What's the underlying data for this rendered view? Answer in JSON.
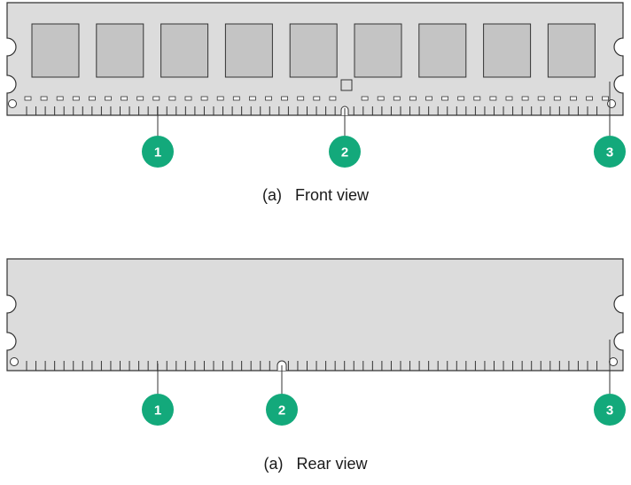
{
  "front": {
    "caption_label": "(a)",
    "caption_text": "Front view",
    "callouts": [
      "1",
      "2",
      "3"
    ]
  },
  "rear": {
    "caption_label": "(a)",
    "caption_text": "Rear view",
    "callouts": [
      "1",
      "2",
      "3"
    ]
  },
  "colors": {
    "module_fill": "#dcdcdc",
    "module_stroke": "#333333",
    "chip_fill": "#c4c4c4",
    "callout_fill": "#13a97b",
    "callout_text": "#ffffff"
  }
}
